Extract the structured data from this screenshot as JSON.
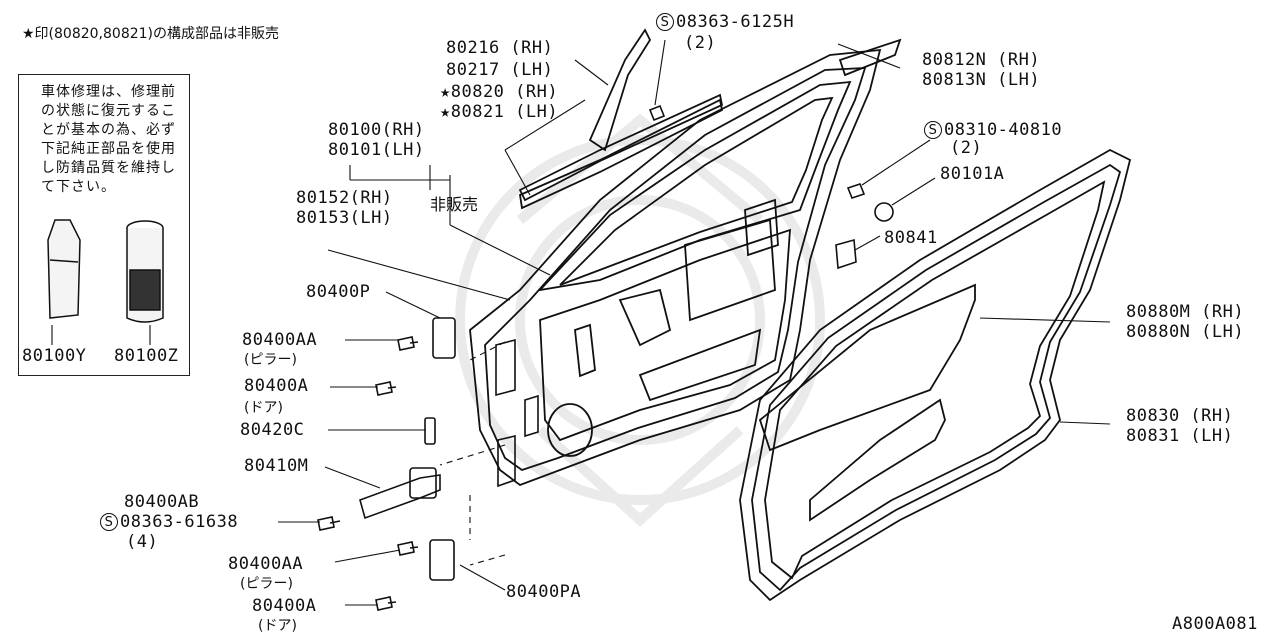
{
  "header_note": "★印(80820,80821)の構成部品は非販売",
  "box_note": "車体修理は、修理前の状態に復元することが基本の為、必ず下記純正部品を使用し防錆品質を維持して下さい。",
  "products": {
    "tube": "80100Y",
    "can": "80100Z"
  },
  "labels": {
    "l80216": "80216 (RH)",
    "l80217": "80217 (LH)",
    "l80820": "★80820 (RH)",
    "l80821": "★80821 (LH)",
    "l08363_h_code": "08363-6125H",
    "l08363_h_qty": "(2)",
    "l80812n": "80812N (RH)",
    "l80813n": "80813N (LH)",
    "l08310_code": "08310-40810",
    "l08310_qty": "(2)",
    "l80101a": "80101A",
    "l80841": "80841",
    "l80100": "80100(RH)",
    "l80101": "80101(LH)",
    "l80152": "80152(RH)",
    "l80153": "80153(LH)",
    "not_sold": "非販売",
    "l80400p": "80400P",
    "l80400aa_1": "80400AA",
    "pillar_1": "(ピラー)",
    "l80400a_1": "80400A",
    "door_1": "(ドア)",
    "l80420c": "80420C",
    "l80410m": "80410M",
    "l80400ab": "80400AB",
    "l08363_61638_code": "08363-61638",
    "l08363_61638_qty": "(4)",
    "l80400aa_2": "80400AA",
    "pillar_2": "(ピラー)",
    "l80400a_2": "80400A",
    "door_2": "(ドア)",
    "l80400pa": "80400PA",
    "l80880m": "80880M (RH)",
    "l80880n": "80880N (LH)",
    "l80830": "80830 (RH)",
    "l80831": "80831 (LH)",
    "figure_id": "A800A081"
  }
}
